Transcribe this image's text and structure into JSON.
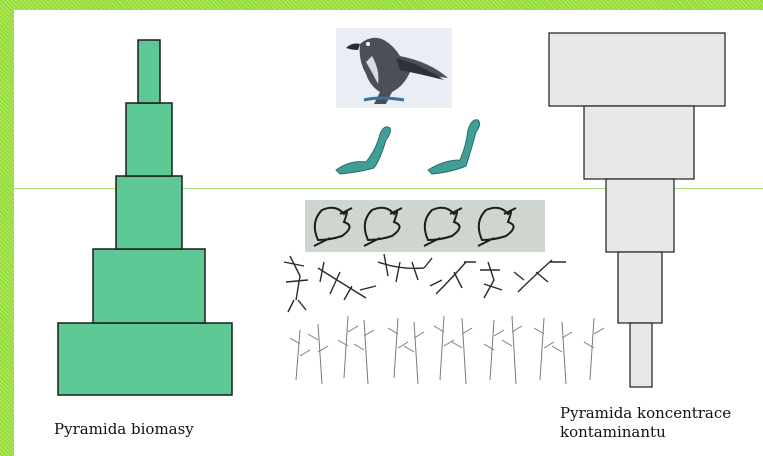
{
  "captions": {
    "left": "Pyramida biomasy",
    "right_line1": "Pyramida koncentrace",
    "right_line2": "kontaminantu"
  },
  "colors": {
    "biomass_fill": "#5ec894",
    "contaminant_fill": "#e8e8e8",
    "predator_tint": "#3f9f96",
    "frame": "#93dc3e"
  },
  "pyramids": {
    "biomass": {
      "levels": 5
    },
    "contaminant_concentration": {
      "levels": 5
    }
  },
  "food_chain_icons": [
    "falcon-icon",
    "snake-icon",
    "frog-icon",
    "insect-icon",
    "plant-icon"
  ]
}
